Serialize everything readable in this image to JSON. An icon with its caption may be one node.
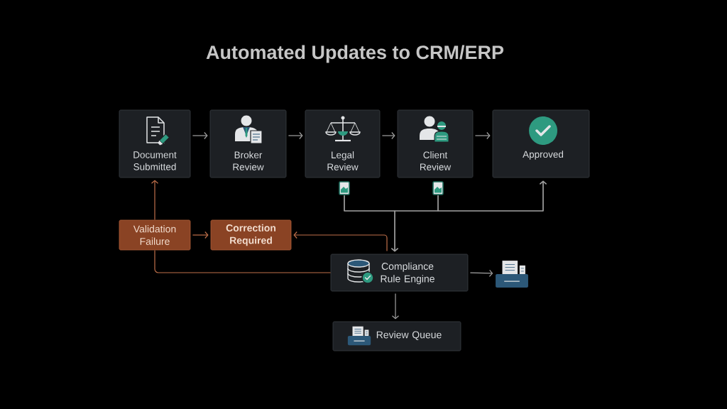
{
  "diagram": {
    "title": "Automated Updates to CRM/ERP",
    "nodes": [
      {
        "text": [
          "Document Submitted"
        ]
      },
      {
        "text": [
          "Broker Review"
        ]
      },
      {
        "text": [
          "Legal Review"
        ]
      },
      {
        "text": [
          "Client Review"
        ]
      },
      {
        "text": [
          "Approved"
        ]
      },
      {
        "text": [],
        "shape": "picture"
      },
      {
        "text": [],
        "shape": "picture"
      },
      {
        "text": [
          "Validation Failure"
        ]
      },
      {
        "text": [
          "Correction Required"
        ]
      },
      {
        "text": [
          "Compliance Rule Engine"
        ]
      },
      {
        "text": [],
        "shape": "picture"
      },
      {
        "text": [
          "Review Queue"
        ]
      }
    ],
    "edges": [
      {
        "from": 0,
        "to": 1,
        "arrow": "to"
      },
      {
        "from": 1,
        "to": 2,
        "arrow": "to"
      },
      {
        "from": 2,
        "to": 3,
        "arrow": "to"
      },
      {
        "from": 3,
        "to": 4,
        "arrow": "to"
      },
      {
        "from": 5,
        "to": 4,
        "arrow": "to"
      },
      {
        "from": 6,
        "to": 4,
        "arrow": "to"
      },
      {
        "from": 5,
        "to": 9,
        "arrow": "to"
      },
      {
        "from": 6,
        "to": 9,
        "arrow": "to"
      },
      {
        "from": 7,
        "to": 0,
        "arrow": "to",
        "color": "#c0704a"
      },
      {
        "from": 7,
        "to": 8,
        "arrow": "to",
        "color": "#c0704a"
      },
      {
        "from": 9,
        "to": 8,
        "arrow": "to",
        "color": "#c0704a"
      },
      {
        "from": 7,
        "to": 9,
        "arrow": "none",
        "color": "#c0704a"
      },
      {
        "from": 9,
        "to": 10,
        "arrow": "to"
      },
      {
        "from": 9,
        "to": 11,
        "arrow": "to"
      }
    ]
  }
}
